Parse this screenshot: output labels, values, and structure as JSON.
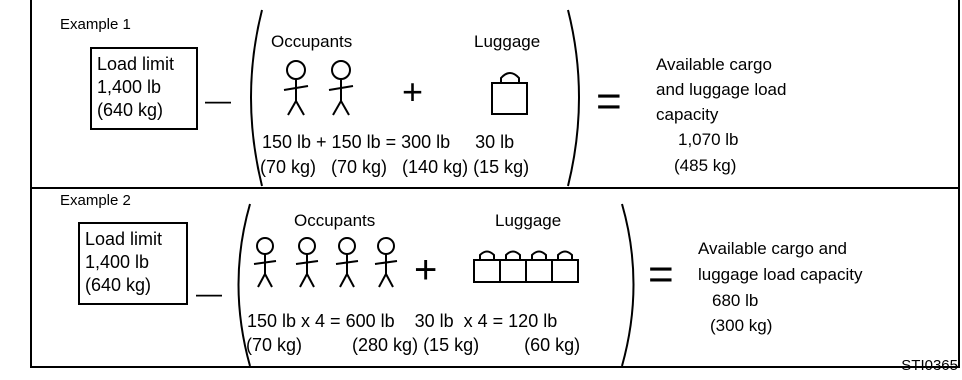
{
  "example1": {
    "title": "Example 1",
    "load_limit": {
      "line1": "Load limit",
      "line2": "1,400 lb",
      "line3": "(640 kg)"
    },
    "minus": "—",
    "occupants_label": "Occupants",
    "luggage_label": "Luggage",
    "plus": "+",
    "equals": "=",
    "weights_line1": "150 lb + 150 lb = 300 lb     30 lb",
    "weights_line2": "(70 kg)   (70 kg)   (140 kg) (15 kg)",
    "result": {
      "line1": "Available  cargo",
      "line2": "and luggage load",
      "line3": "capacity",
      "line4": "1,070 lb",
      "line5": "(485 kg)"
    }
  },
  "example2": {
    "title": "Example 2",
    "load_limit": {
      "line1": "Load limit",
      "line2": "1,400 lb",
      "line3": "(640 kg)"
    },
    "minus": "—",
    "occupants_label": "Occupants",
    "luggage_label": "Luggage",
    "plus": "+",
    "equals": "=",
    "weights_line1": "150 lb x 4 = 600 lb    30 lb  x 4 = 120 lb",
    "weights_line2": "(70 kg)          (280 kg) (15 kg)         (60 kg)",
    "result": {
      "line1": "Available  cargo and",
      "line2": "luggage load capacity",
      "line3": "680 lb",
      "line4": "(300 kg)"
    }
  },
  "figure_code": "STI0365"
}
